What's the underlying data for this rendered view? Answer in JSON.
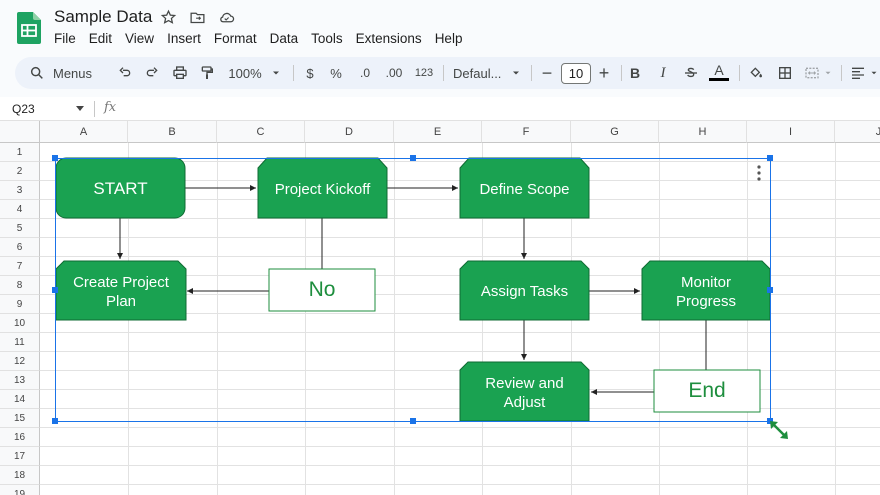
{
  "app": {
    "doc_title": "Sample Data",
    "logo_icon": "sheets-logo-icon"
  },
  "title_icons": [
    "star-icon",
    "move-to-folder-icon",
    "cloud-status-icon"
  ],
  "menubar": [
    "File",
    "Edit",
    "View",
    "Insert",
    "Format",
    "Data",
    "Tools",
    "Extensions",
    "Help"
  ],
  "toolbar": {
    "menus_label": "Menus",
    "zoom": "100%",
    "currency": "$",
    "percent": "%",
    "dec_decrease": ".0",
    "dec_increase": ".00",
    "number_format": "123",
    "font_name": "Defaul...",
    "font_size": "10",
    "minus": "−",
    "plus": "+",
    "bold": "B",
    "italic": "I",
    "text_color_letter": "A"
  },
  "formula_bar": {
    "name_box": "Q23",
    "fx_label": "fx",
    "value": ""
  },
  "grid": {
    "columns": [
      "A",
      "B",
      "C",
      "D",
      "E",
      "F",
      "G",
      "H",
      "I",
      "J"
    ],
    "rows": [
      "1",
      "2",
      "3",
      "4",
      "5",
      "6",
      "7",
      "8",
      "9",
      "10",
      "11",
      "12",
      "13",
      "14",
      "15",
      "16",
      "17",
      "18",
      "19"
    ]
  },
  "flowchart": {
    "start": "START",
    "project_kickoff": "Project Kickoff",
    "define_scope": "Define Scope",
    "create_project_plan": "Create Project Plan",
    "no": "No",
    "assign_tasks": "Assign Tasks",
    "monitor_progress": "Monitor Progress",
    "review_adjust": "Review and Adjust",
    "end": "End",
    "fill_color": "#1aa251",
    "stroke_color": "#0f6b33",
    "outline_color": "#1e8e3e",
    "selection_color": "#1a73e8"
  }
}
